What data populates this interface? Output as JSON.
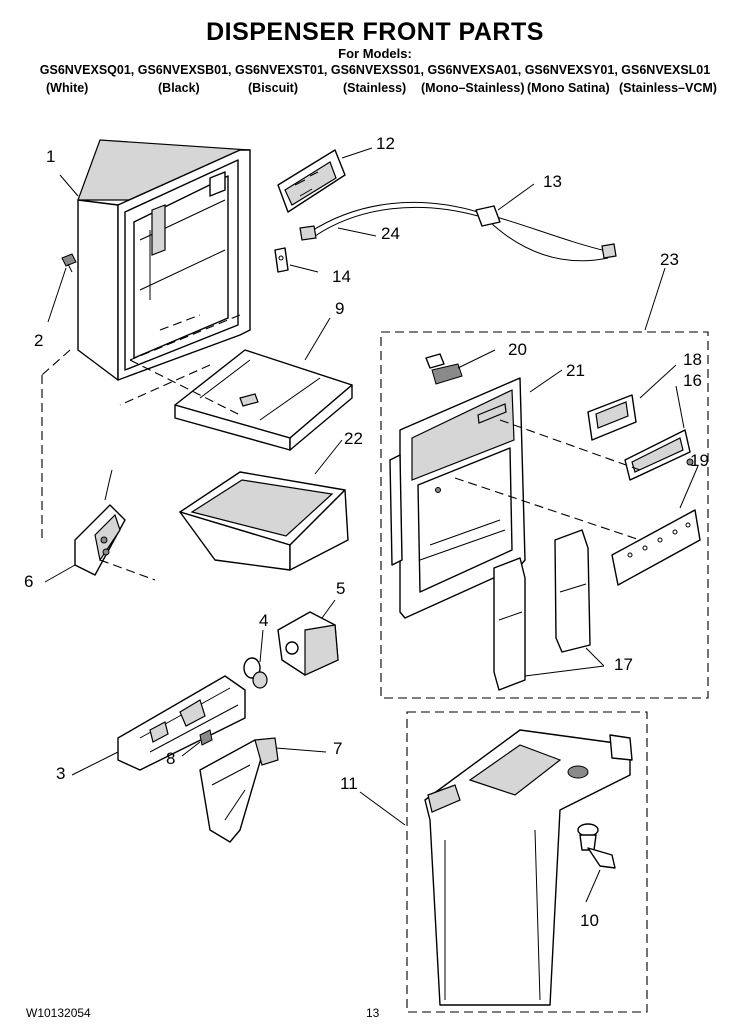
{
  "header": {
    "title": "DISPENSER FRONT PARTS",
    "subtitle": "For Models:",
    "models": "GS6NVEXSQ01, GS6NVEXSB01, GS6NVEXST01, GS6NVEXSS01, GS6NVEXSA01, GS6NVEXSY01, GS6NVEXSL01",
    "variants": [
      "(White)",
      "(Black)",
      "(Biscuit)",
      "(Stainless)",
      "(Mono–Stainless)",
      "(Mono Satina)",
      "(Stainless–VCM)"
    ]
  },
  "callouts": {
    "c1": "1",
    "c2": "2",
    "c3": "3",
    "c4": "4",
    "c5": "5",
    "c6": "6",
    "c7": "7",
    "c8": "8",
    "c9": "9",
    "c10": "10",
    "c11": "11",
    "c12": "12",
    "c13": "13",
    "c14": "14",
    "c16": "16",
    "c17": "17",
    "c18": "18",
    "c19": "19",
    "c20": "20",
    "c21": "21",
    "c22": "22",
    "c23": "23",
    "c24": "24"
  },
  "footer": {
    "doc_number": "W10132054",
    "page_number": "13"
  }
}
